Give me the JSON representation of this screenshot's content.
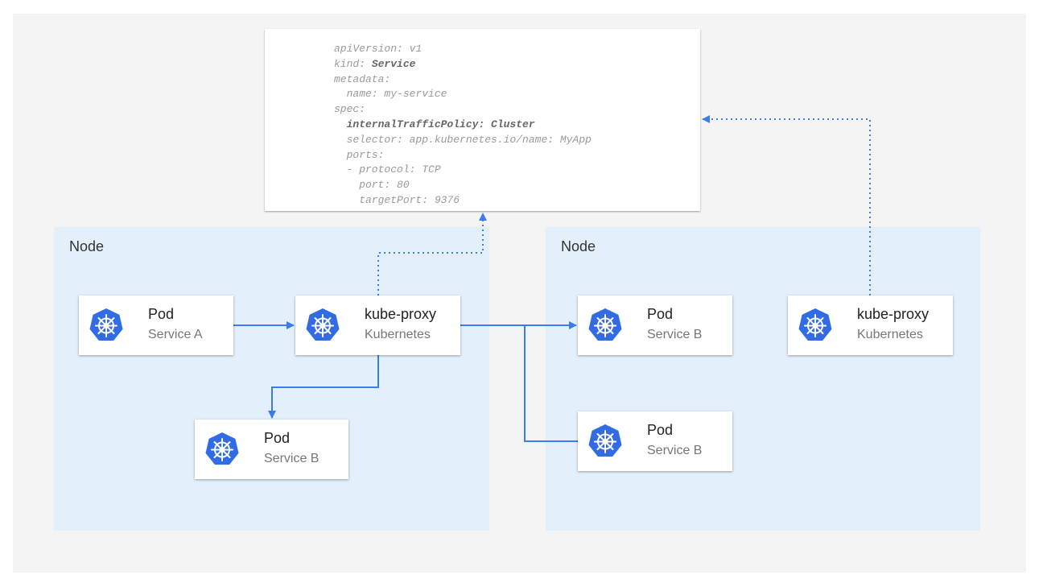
{
  "colors": {
    "accent": "#3b7ded",
    "node_bg": "#e3f0fc",
    "canvas_bg": "#f4f4f4",
    "k8s_blue": "#326ce5"
  },
  "yaml": {
    "lines": [
      {
        "indent": "",
        "key": "apiVersion:",
        "value": " v1",
        "bold": false
      },
      {
        "indent": "",
        "key": "kind:",
        "value": " Service",
        "bold_value": true
      },
      {
        "indent": "",
        "key": "metadata:",
        "value": ""
      },
      {
        "indent": "  ",
        "key": "name:",
        "value": " my-service"
      },
      {
        "indent": "",
        "key": "spec:",
        "value": ""
      },
      {
        "indent": "  ",
        "key": "internalTrafficPolicy:",
        "value": " Cluster",
        "bold": true
      },
      {
        "indent": "  ",
        "key": "selector:",
        "value": " app.kubernetes.io/name: MyApp"
      },
      {
        "indent": "  ",
        "key": "ports:",
        "value": ""
      },
      {
        "indent": "  ",
        "key": "- protocol:",
        "value": " TCP"
      },
      {
        "indent": "    ",
        "key": "port:",
        "value": " 80"
      },
      {
        "indent": "    ",
        "key": "targetPort:",
        "value": " 9376"
      }
    ]
  },
  "nodes": [
    {
      "label": "Node"
    },
    {
      "label": "Node"
    }
  ],
  "cards": [
    {
      "title": "Pod",
      "subtitle": "Service A",
      "icon": "kubernetes-icon"
    },
    {
      "title": "kube-proxy",
      "subtitle": "Kubernetes",
      "icon": "kubernetes-icon"
    },
    {
      "title": "Pod",
      "subtitle": "Service B",
      "icon": "kubernetes-icon"
    },
    {
      "title": "Pod",
      "subtitle": "Service B",
      "icon": "kubernetes-icon"
    },
    {
      "title": "Pod",
      "subtitle": "Service B",
      "icon": "kubernetes-icon"
    },
    {
      "title": "kube-proxy",
      "subtitle": "Kubernetes",
      "icon": "kubernetes-icon"
    }
  ]
}
